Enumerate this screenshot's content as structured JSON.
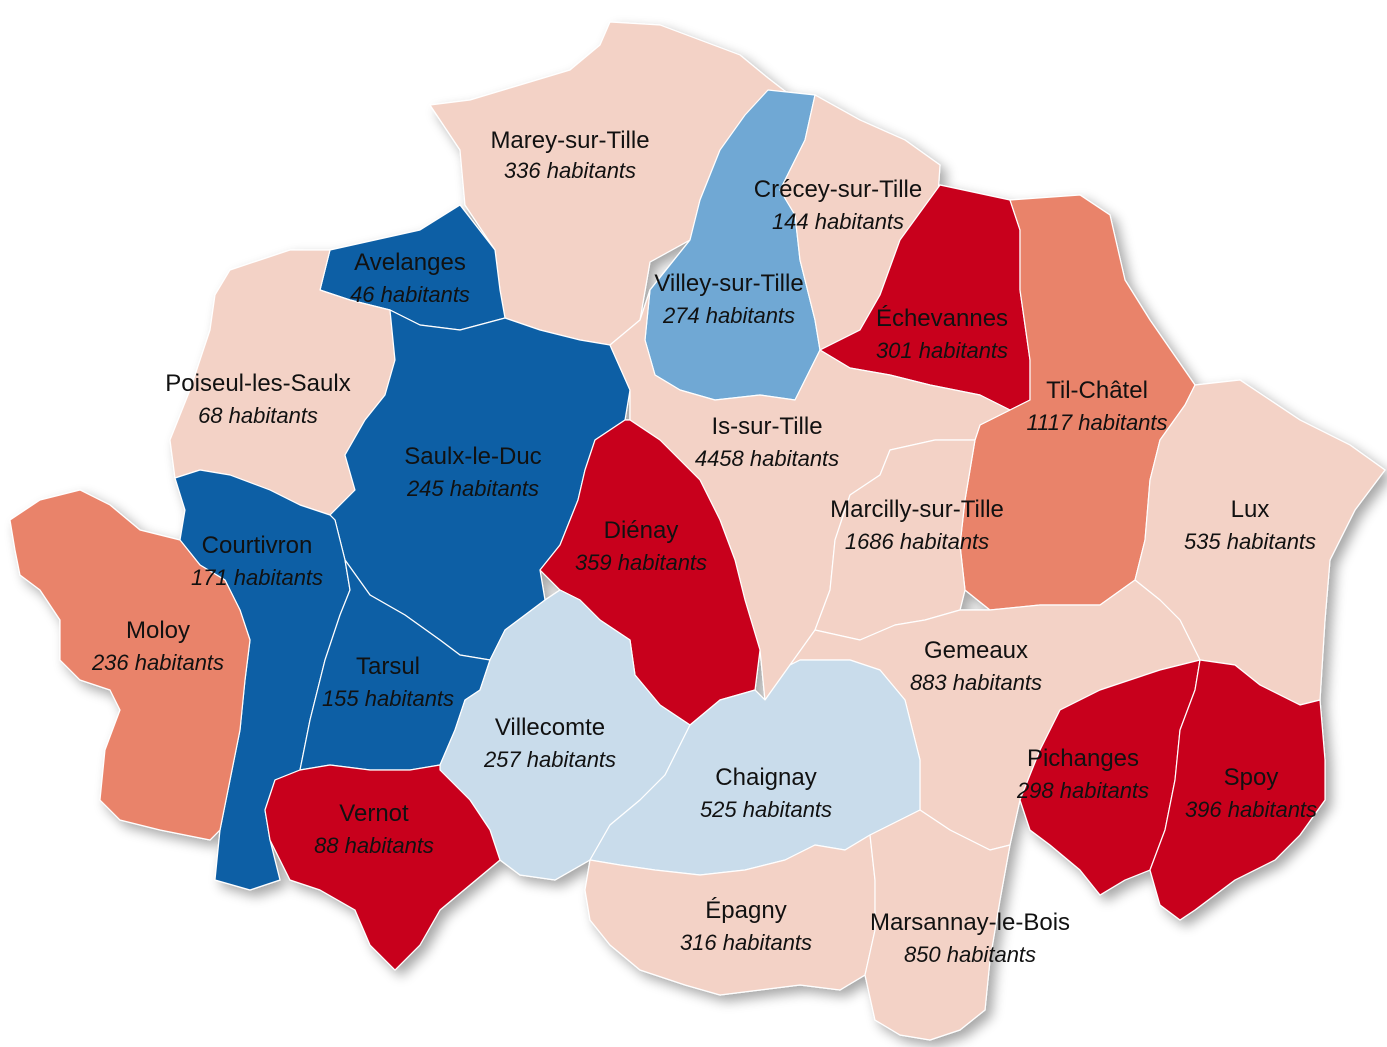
{
  "legend_colors": {
    "very_low": "#0f5fa5",
    "low": "#6fa8d4",
    "mid_low": "#c9dceb",
    "mid": "#f3d2c6",
    "mid_high": "#e9836b",
    "high": "#c8001e"
  },
  "communes": [
    {
      "id": "marey-sur-tille",
      "name": "Marey-sur-Tille",
      "population": "336 habitants",
      "class": "mid"
    },
    {
      "id": "crecey-sur-tille",
      "name": "Crécey-sur-Tille",
      "population": "144 habitants",
      "class": "mid"
    },
    {
      "id": "villey-sur-tille",
      "name": "Villey-sur-Tille",
      "population": "274 habitants",
      "class": "low"
    },
    {
      "id": "avelanges",
      "name": "Avelanges",
      "population": "46 habitants",
      "class": "very_low"
    },
    {
      "id": "echevannes",
      "name": "Échevannes",
      "population": "301 habitants",
      "class": "high"
    },
    {
      "id": "til-chatel",
      "name": "Til-Châtel",
      "population": "1117 habitants",
      "class": "mid_high"
    },
    {
      "id": "poiseul-les-saulx",
      "name": "Poiseul-les-Saulx",
      "population": "68 habitants",
      "class": "mid"
    },
    {
      "id": "is-sur-tille",
      "name": "Is-sur-Tille",
      "population": "4458 habitants",
      "class": "mid"
    },
    {
      "id": "saulx-le-duc",
      "name": "Saulx-le-Duc",
      "population": "245 habitants",
      "class": "very_low"
    },
    {
      "id": "lux",
      "name": "Lux",
      "population": "535 habitants",
      "class": "mid"
    },
    {
      "id": "marcilly-sur-tille",
      "name": "Marcilly-sur-Tille",
      "population": "1686 habitants",
      "class": "mid"
    },
    {
      "id": "dienay",
      "name": "Diénay",
      "population": "359 habitants",
      "class": "high"
    },
    {
      "id": "courtivron",
      "name": "Courtivron",
      "population": "171 habitants",
      "class": "very_low"
    },
    {
      "id": "moloy",
      "name": "Moloy",
      "population": "236 habitants",
      "class": "mid_high"
    },
    {
      "id": "gemeaux",
      "name": "Gemeaux",
      "population": "883 habitants",
      "class": "mid"
    },
    {
      "id": "tarsul",
      "name": "Tarsul",
      "population": "155 habitants",
      "class": "very_low"
    },
    {
      "id": "villecomte",
      "name": "Villecomte",
      "population": "257 habitants",
      "class": "mid_low"
    },
    {
      "id": "pichanges",
      "name": "Pichanges",
      "population": "298 habitants",
      "class": "high"
    },
    {
      "id": "chaignay",
      "name": "Chaignay",
      "population": "525 habitants",
      "class": "mid_low"
    },
    {
      "id": "spoy",
      "name": "Spoy",
      "population": "396 habitants",
      "class": "high"
    },
    {
      "id": "vernot",
      "name": "Vernot",
      "population": "88 habitants",
      "class": "high"
    },
    {
      "id": "epagny",
      "name": "Épagny",
      "population": "316 habitants",
      "class": "mid"
    },
    {
      "id": "marsannay-le-bois",
      "name": "Marsannay-le-Bois",
      "population": "850 habitants",
      "class": "mid"
    }
  ]
}
